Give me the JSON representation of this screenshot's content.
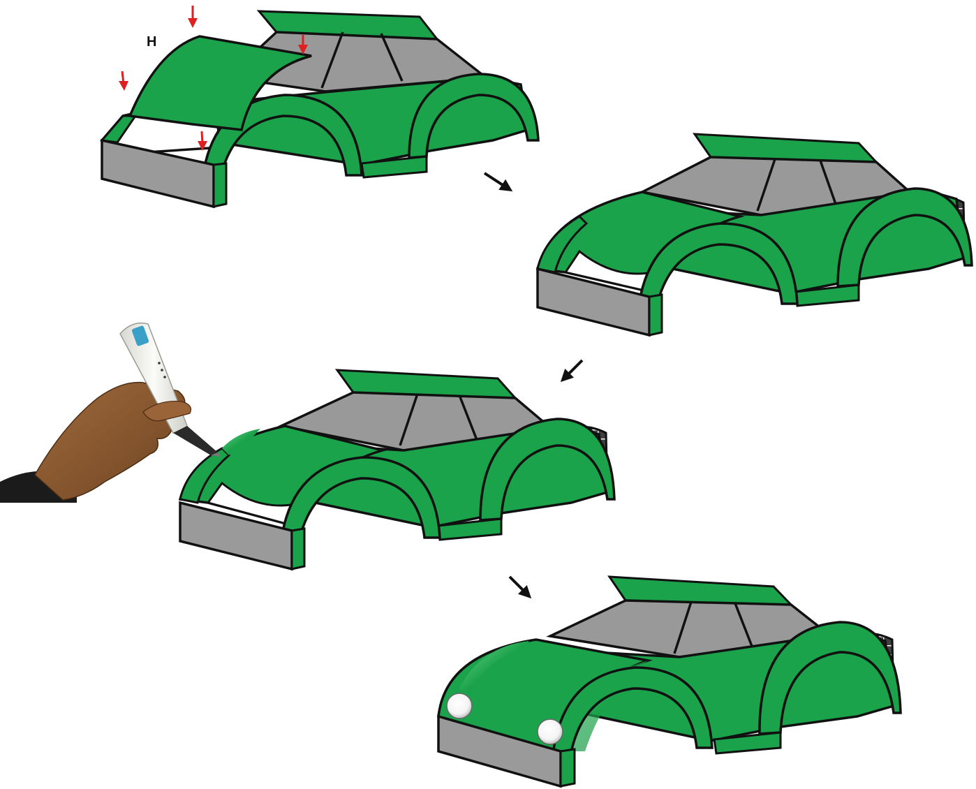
{
  "diagram": {
    "title": "",
    "steps": [
      {
        "name": "step-1-place-hood",
        "hood_label": "H"
      },
      {
        "name": "step-2-hood-placed"
      },
      {
        "name": "step-3-weld-with-3d-pen"
      },
      {
        "name": "step-4-finished-with-headlights"
      }
    ],
    "flow_arrows": 3
  },
  "colors": {
    "body_green": "#1aa34a",
    "glass_gray": "#999999",
    "bumper_gray": "#9a9a9a",
    "outline": "#111111",
    "red_arrow": "#e02020",
    "black_arrow": "#111111",
    "grille_bg": "#3f3f3f",
    "skin": "#8a5a33",
    "pen_white": "#f2f2ee",
    "pen_logo": "#3aa0c8"
  },
  "icons": {
    "placement_arrows": "red-down-arrow-icon",
    "flow_arrows": "black-arrow-icon",
    "tool": "3d-pen-icon"
  }
}
